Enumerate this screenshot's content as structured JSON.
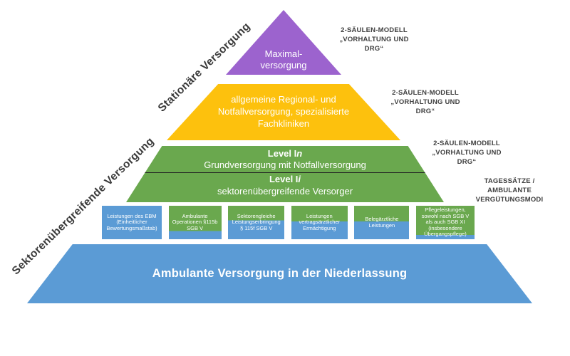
{
  "palette": {
    "purple": "#9c63ce",
    "yellow": "#fdc10d",
    "green": "#6aa84e",
    "blue": "#5b9bd5",
    "annotation_text": "#404040",
    "side_label_text": "#3a3a3a",
    "layer_text": "#ffffff"
  },
  "side_labels": {
    "stationaere": "Stationäre Versorgung",
    "sektorenuebergreifend": "Sektorenübergreifende Versorgung"
  },
  "pyramid": {
    "maximal": {
      "label": "Maximal-\nversorgung"
    },
    "regional": {
      "label": "allgemeine Regional- und\nNotfallversorgung, spezialisierte\nFachkliniken"
    },
    "level": {
      "line1_prefix": "Level I",
      "line1_var": "n",
      "line2": "Grundversorgung mit Notfallversorgung",
      "line3_prefix": "Level I",
      "line3_var": "i",
      "line4": "sektorenübergreifende Versorger"
    },
    "ambulant": {
      "label": "Ambulante Versorgung in der Niederlassung"
    }
  },
  "service_boxes": [
    {
      "text": "Leistungen des EBM\n(Einheitlicher\nBewertungsmaßstab)"
    },
    {
      "text": "Ambulante\nOperationen §115b\nSGB V"
    },
    {
      "text": "Sektorengleiche\nLeistungserbringung\n§ 115f SGB V"
    },
    {
      "text": "Leistungen\nvertragsärztlicher\nErmächtigung"
    },
    {
      "text": "Belegärztliche\nLeistungen"
    },
    {
      "text": "Pflegeleistungen,\nsowohl nach SGB V\nals auch SGB XI\n(insbesondere\nÜbergangspflege)"
    }
  ],
  "annotations": [
    {
      "text": "2-SÄULEN-MODELL\n„VORHALTUNG UND\nDRG“"
    },
    {
      "text": "2-SÄULEN-MODELL\n„VORHALTUNG UND\nDRG“"
    },
    {
      "text": "2-SÄULEN-MODELL\n„VORHALTUNG UND\nDRG“"
    },
    {
      "text": "TAGESSÄTZE /\nAMBULANTE\nVERGÜTUNGSMODI"
    }
  ]
}
